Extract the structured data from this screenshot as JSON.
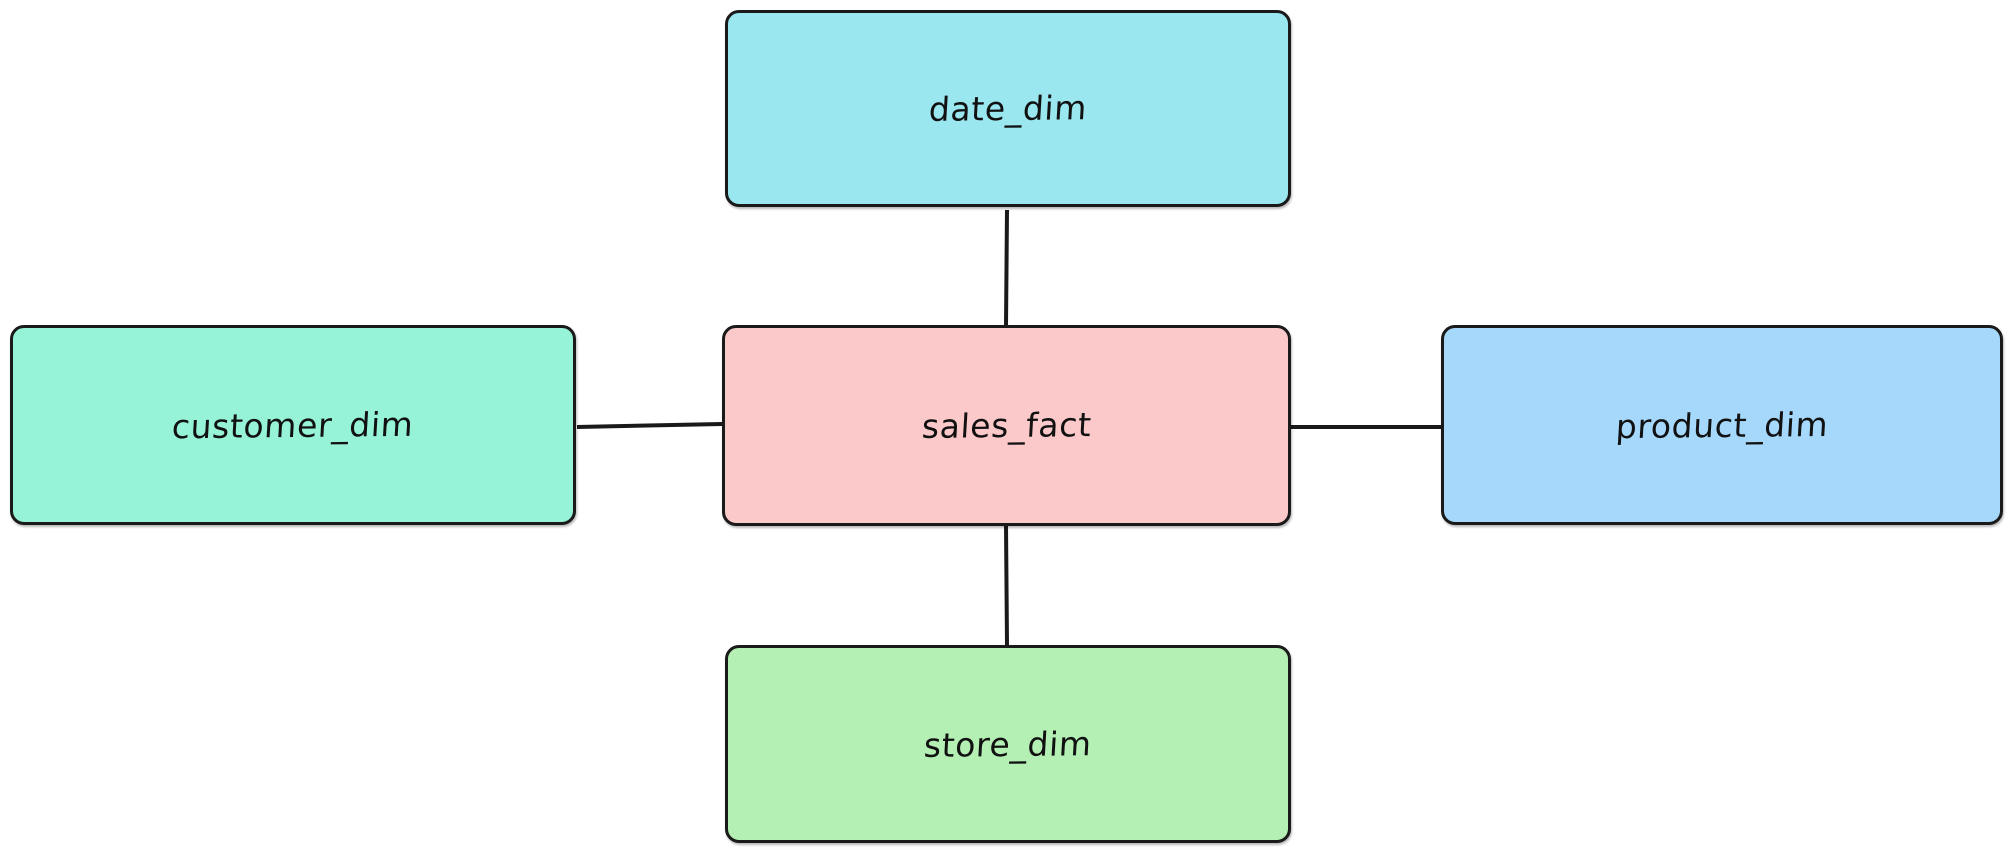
{
  "diagram": {
    "type": "star-schema-er-diagram",
    "background_color": "#ffffff",
    "edge_color": "#1a1a1a",
    "border_color": "#1a1a1a",
    "nodes": [
      {
        "id": "date_dim",
        "label": "date_dim",
        "role": "dimension",
        "position": "top",
        "fill_color": "#9BE7F0"
      },
      {
        "id": "customer_dim",
        "label": "customer_dim",
        "role": "dimension",
        "position": "left",
        "fill_color": "#96F3D7"
      },
      {
        "id": "sales_fact",
        "label": "sales_fact",
        "role": "fact",
        "position": "center",
        "fill_color": "#FCC9CA"
      },
      {
        "id": "product_dim",
        "label": "product_dim",
        "role": "dimension",
        "position": "right",
        "fill_color": "#A5D8FB"
      },
      {
        "id": "store_dim",
        "label": "store_dim",
        "role": "dimension",
        "position": "bottom",
        "fill_color": "#B4EFB4"
      }
    ],
    "edges": [
      {
        "id": "edge-date-sales",
        "from": "date_dim",
        "to": "sales_fact"
      },
      {
        "id": "edge-customer-sales",
        "from": "customer_dim",
        "to": "sales_fact"
      },
      {
        "id": "edge-sales-product",
        "from": "sales_fact",
        "to": "product_dim"
      },
      {
        "id": "edge-sales-store",
        "from": "sales_fact",
        "to": "store_dim"
      }
    ]
  }
}
